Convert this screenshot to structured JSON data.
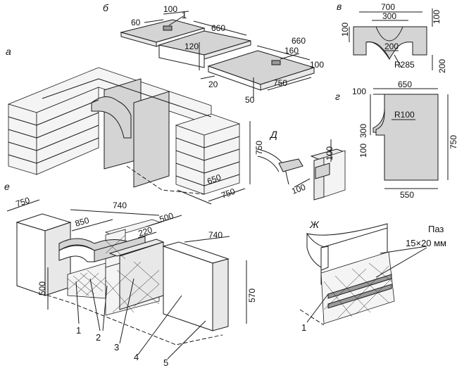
{
  "section_labels": {
    "a": "а",
    "b": "б",
    "v": "в",
    "g": "г",
    "d": "Д",
    "e": "е",
    "zh": "Ж"
  },
  "fig_b": {
    "d60": "60",
    "d100": "100",
    "callout_1": "1",
    "d660_top": "660",
    "d120": "120",
    "d20": "20",
    "d50": "50",
    "d660_right": "660",
    "d160": "160",
    "d100_right": "100",
    "d750": "750"
  },
  "fig_v": {
    "d700": "700",
    "d300": "300",
    "d100_left": "100",
    "d100_right": "100",
    "d200_center": "200",
    "r285": "R285",
    "d200_right": "200"
  },
  "fig_a": {
    "d750_height": "750",
    "d650": "650",
    "d750_length": "750"
  },
  "fig_g": {
    "d100_top": "100",
    "d650": "650",
    "d300": "300",
    "r100": "R100",
    "d100_side": "100",
    "d750": "750",
    "d550": "550"
  },
  "fig_d": {
    "d100_top": "100",
    "d100_bottom": "100"
  },
  "fig_e": {
    "d750": "750",
    "d740_top": "740",
    "d850": "850",
    "d500_mid": "500",
    "d220": "220",
    "d740_right": "740",
    "d500_height": "500",
    "d570": "570",
    "callouts": [
      "1",
      "2",
      "3",
      "4",
      "5"
    ]
  },
  "fig_zh": {
    "groove_label": "Паз",
    "groove_size": "15×20 мм",
    "callout_1": "1"
  }
}
